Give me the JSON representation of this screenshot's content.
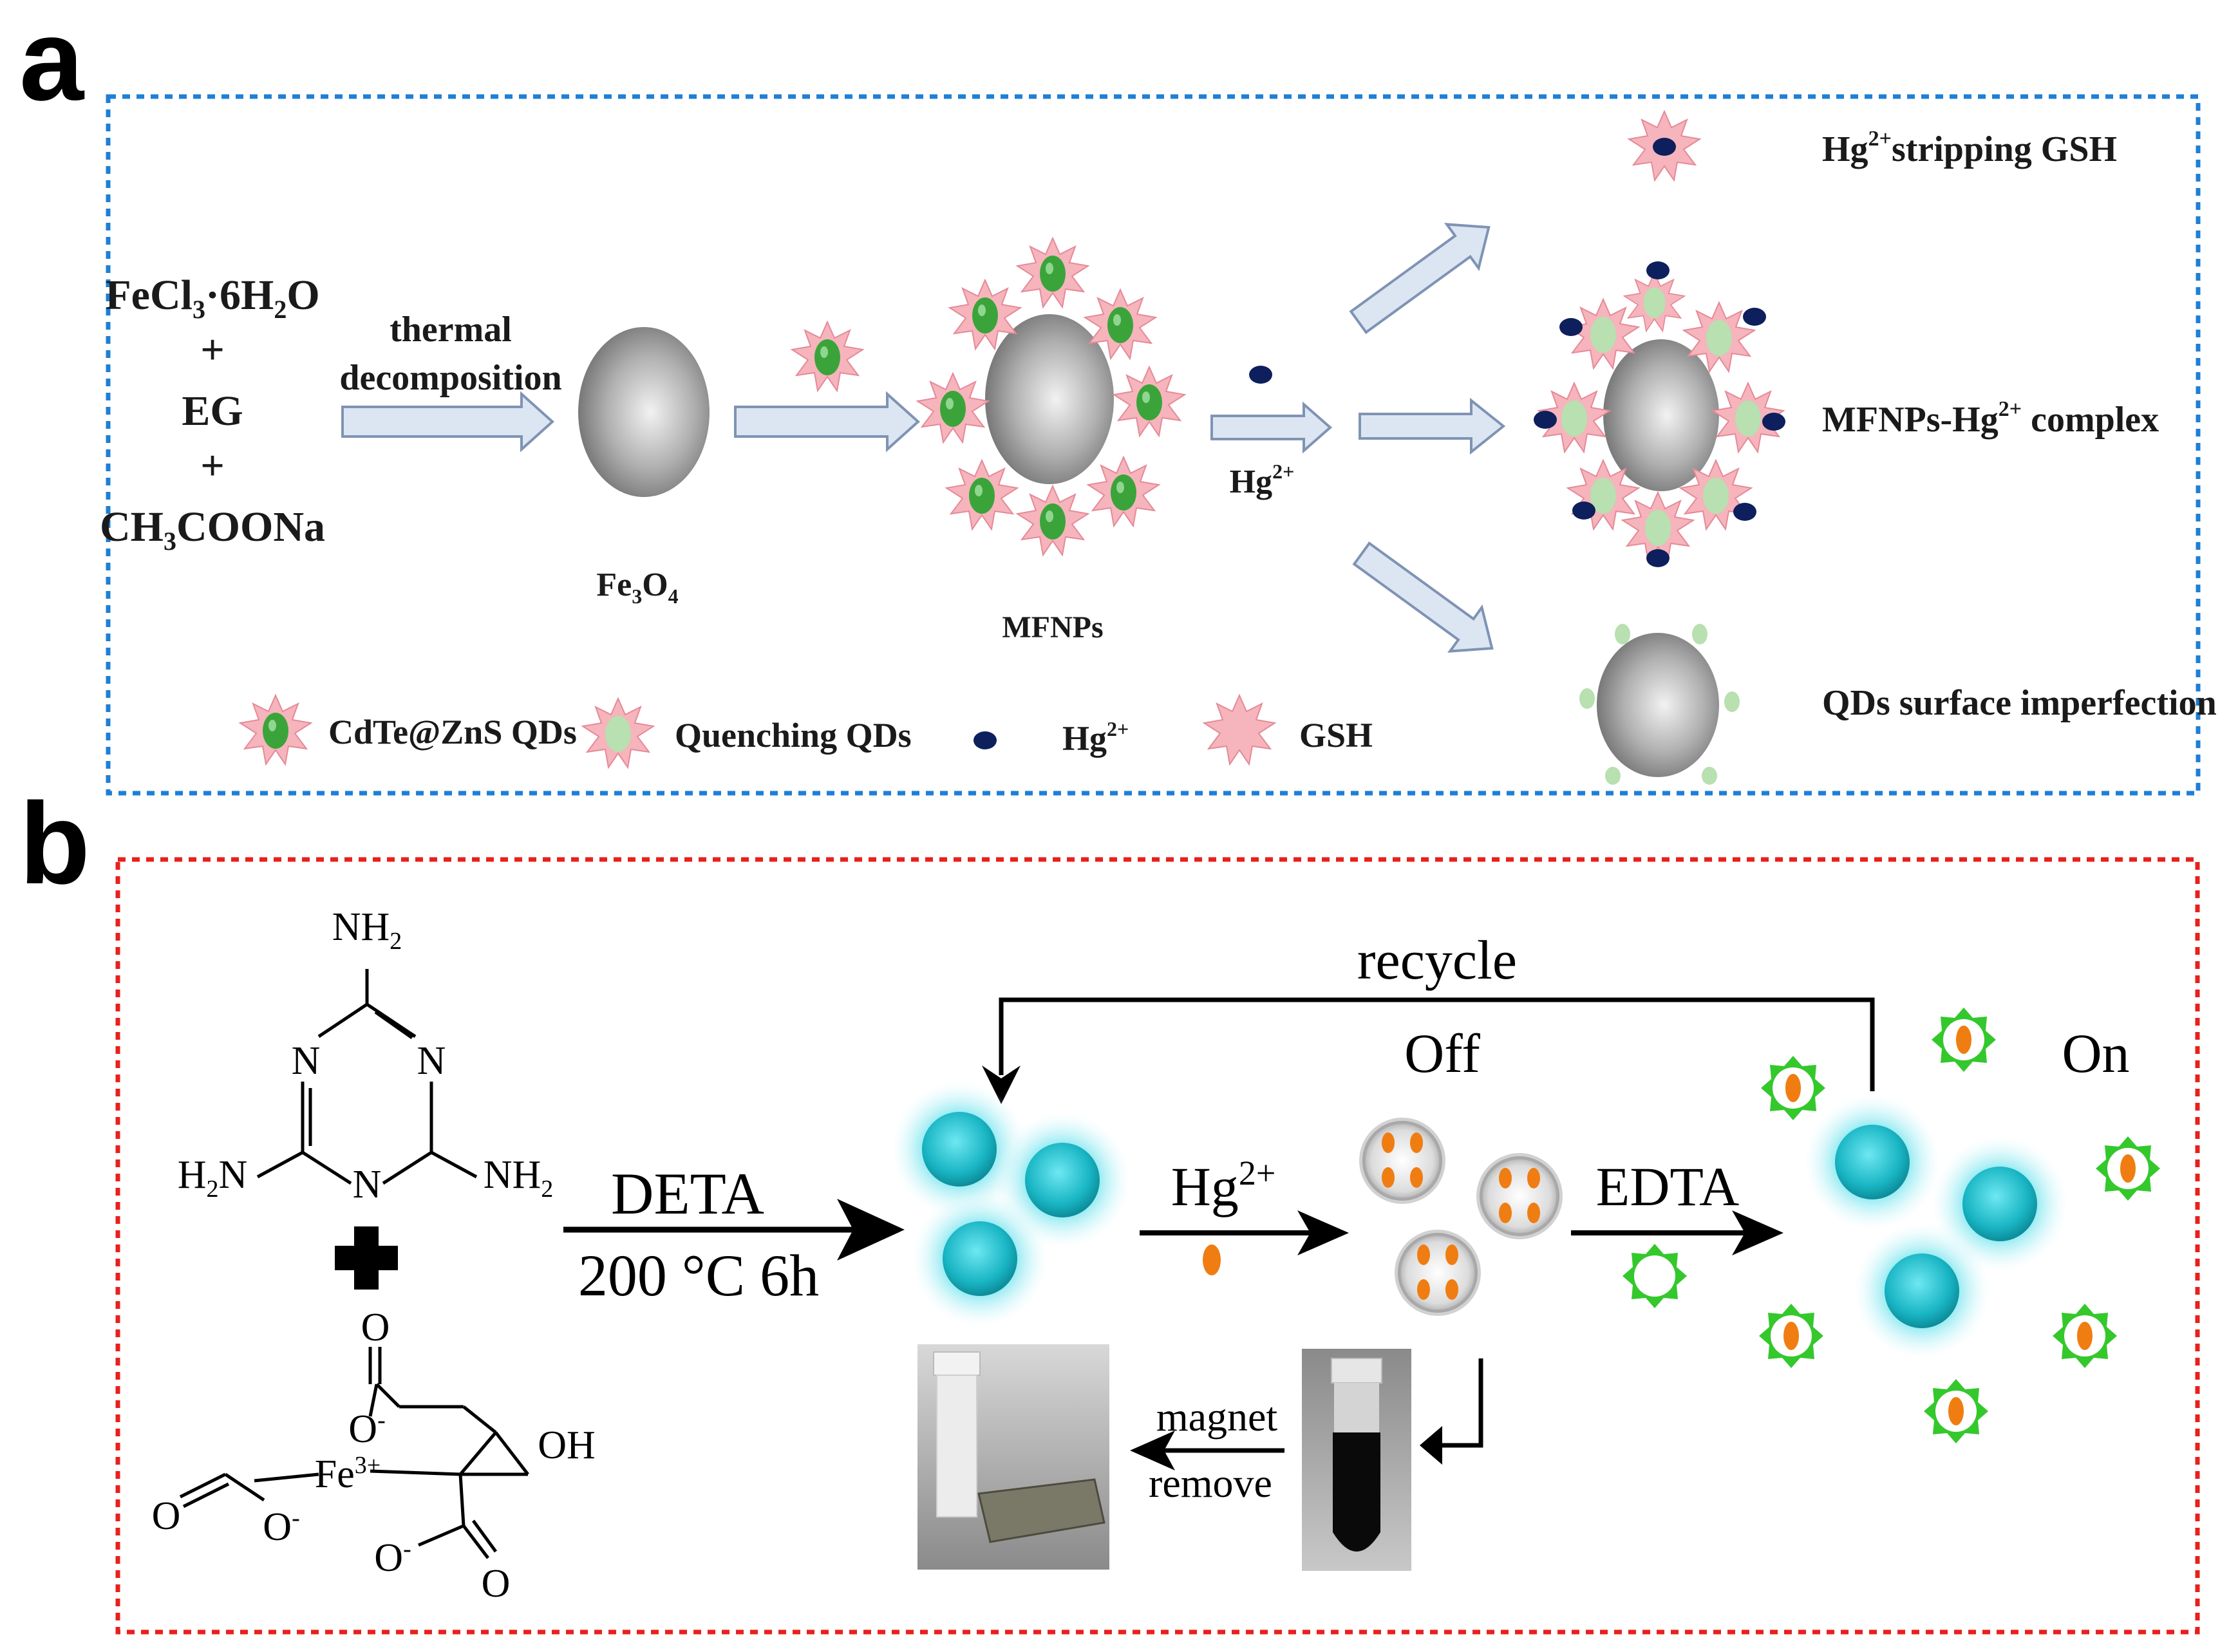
{
  "panel_a": {
    "letter": "a",
    "reactants": {
      "line1": "FeCl",
      "line1_sub1": "3",
      "line1_mid": "·6H",
      "line1_sub2": "2",
      "line1_end": "O",
      "plus": "+",
      "line2": "EG",
      "line3_a": "CH",
      "line3_sub": "3",
      "line3_b": "COONa"
    },
    "step1_label_1": "thermal",
    "step1_label_2": "decomposition",
    "fe3o4_a": "Fe",
    "fe3o4_sub1": "3",
    "fe3o4_b": "O",
    "fe3o4_sub2": "4",
    "mfnps": "MFNPs",
    "hg_label": "Hg",
    "hg_sup": "2+",
    "outcome_1_a": "Hg",
    "outcome_1_sup": "2+",
    "outcome_1_b": "stripping GSH",
    "outcome_2_a": "MFNPs-Hg",
    "outcome_2_sup": "2+",
    "outcome_2_b": " complex",
    "outcome_3": "QDs surface  imperfection",
    "legend": {
      "qds": "CdTe@ZnS QDs",
      "quenching": "Quenching QDs",
      "hg_a": "Hg",
      "hg_sup": "2+",
      "gsh": "GSH"
    },
    "colors": {
      "border": "#1f7fd4",
      "qd_core": "#3aa43a",
      "quench_core": "#b8e0b0",
      "star": "#f6b4bc",
      "hg_dot": "#0d1f5c",
      "arrow_fill": "#dce6f2",
      "arrow_stroke": "#7f93b4"
    }
  },
  "panel_b": {
    "letter": "b",
    "melamine": {
      "nh2": "NH",
      "nh2_sub": "2",
      "h2n_a": "H",
      "h2n_sub": "2",
      "h2n_b": "N",
      "n": "N"
    },
    "citrate": {
      "o": "O",
      "oh": "OH",
      "fe_a": "Fe",
      "fe_sup": "3+",
      "o_minus_a": "O",
      "minus": "-"
    },
    "deta": "DETA",
    "conditions": "200 °C  6h",
    "recycle": "recycle",
    "off": "Off",
    "on": "On",
    "hg_a": "Hg",
    "hg_sup": "2+",
    "edta": "EDTA",
    "magnet": "magnet",
    "remove": "remove",
    "colors": {
      "border": "#e8201c",
      "dot": "#1fb6c8",
      "glow": "#7fe3ee",
      "orange": "#f07d12",
      "green": "#34c82c"
    }
  }
}
